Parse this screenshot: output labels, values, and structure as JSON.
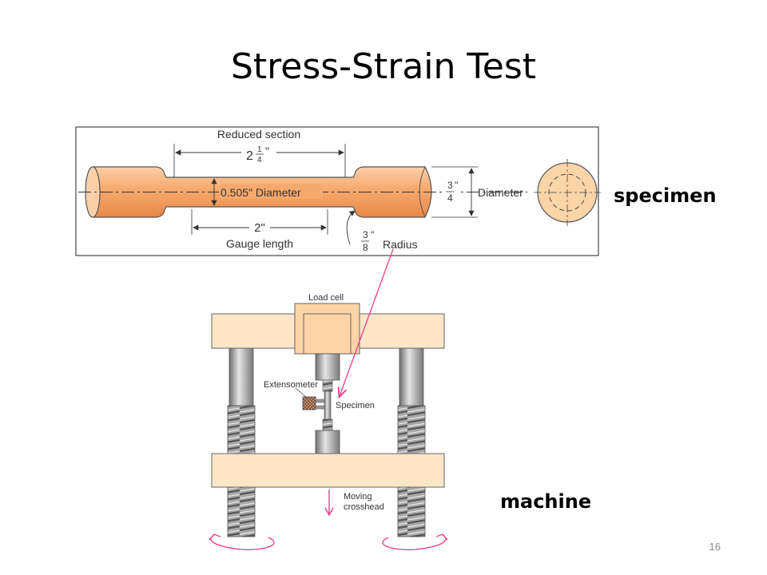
{
  "slide": {
    "title": "Stress-Strain Test",
    "page_number": "16"
  },
  "labels": {
    "specimen": "specimen",
    "machine": "machine"
  },
  "specimen_figure": {
    "reduced_section": "Reduced section",
    "reduced_length_whole": "2",
    "reduced_length_num": "1",
    "reduced_length_den": "4",
    "inch": "\"",
    "gauge_diameter": "0.505\" Diameter",
    "gauge_length_value": "2\"",
    "gauge_length": "Gauge length",
    "end_diameter_num": "3",
    "end_diameter_den": "4",
    "end_diameter_text": "Diameter",
    "radius_num": "3",
    "radius_den": "8",
    "radius_text": "Radius"
  },
  "machine_figure": {
    "load_cell": "Load cell",
    "extensometer": "Extensometer",
    "specimen": "Specimen",
    "moving_crosshead_1": "Moving",
    "moving_crosshead_2": "crosshead"
  },
  "colors": {
    "specimen_fill": "#f6a96c",
    "frame_fill": "#fde6c7",
    "load_cell_fill": "#fbd4a8",
    "arrow": "#e83e8c",
    "column": "#9c9c9c"
  }
}
